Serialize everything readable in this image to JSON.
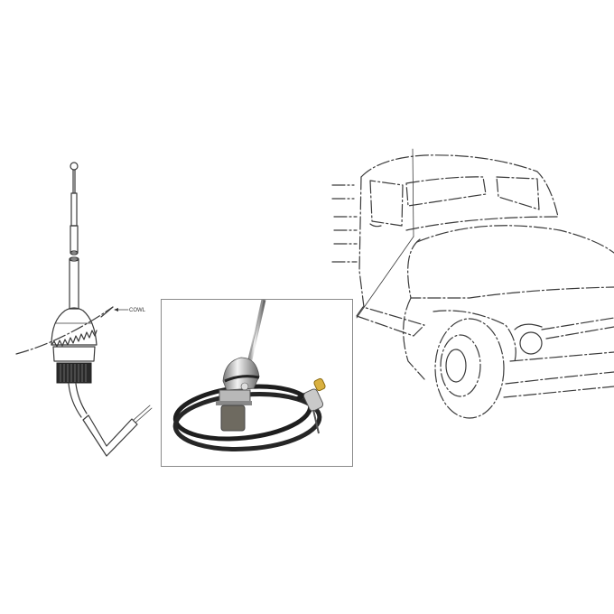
{
  "figure": {
    "description": "Antenna assembly exploded line drawing, product photo, and truck installation drawing",
    "left_drawing": {
      "part": "antenna assembly",
      "callout_label": "COWL"
    },
    "photo_inset": {
      "subject": "chrome antenna mast with swivel base and coiled black lead-in cable"
    },
    "right_drawing": {
      "subject": "pickup truck front cab with antenna mounted on cowl"
    },
    "colors": {
      "line": "#3a3a3a",
      "frame": "#8a8a8a",
      "cable": "#1e1e1e",
      "chrome": "#c8c8c8",
      "brass": "#d9b040"
    }
  }
}
